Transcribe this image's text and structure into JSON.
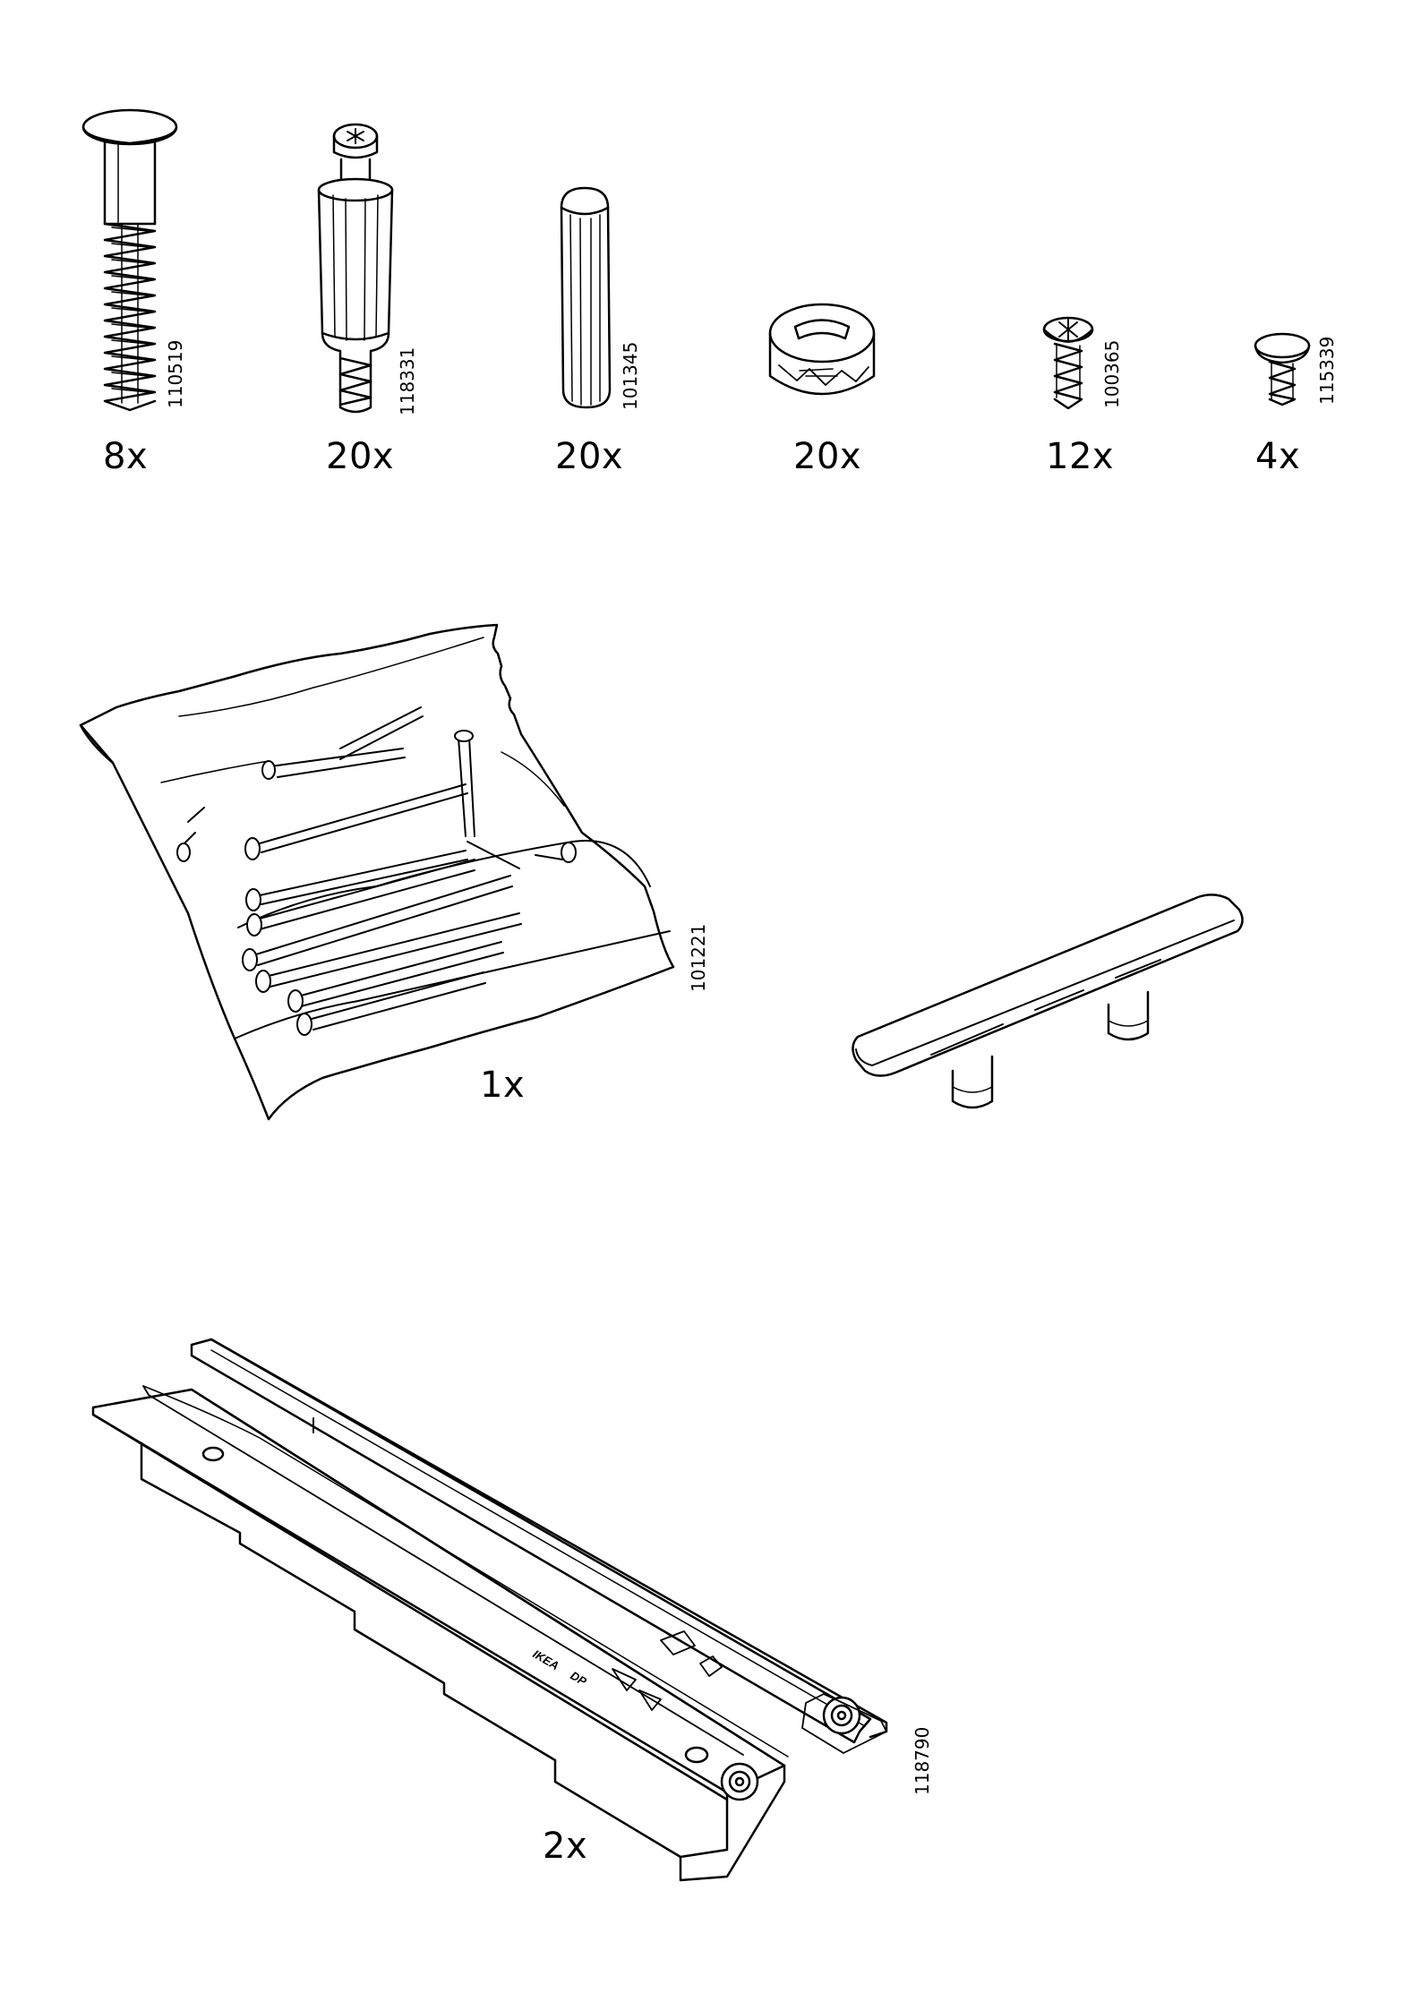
{
  "parts": [
    {
      "name": "long-connector-bolt",
      "article_no": "110519",
      "quantity": "8x"
    },
    {
      "name": "cam-lock-dowel",
      "article_no": "118331",
      "quantity": "20x"
    },
    {
      "name": "wooden-dowel",
      "article_no": "101345",
      "quantity": "20x"
    },
    {
      "name": "cam-lock-nut",
      "article_no": "",
      "quantity": "20x"
    },
    {
      "name": "screw",
      "article_no": "100365",
      "quantity": "12x"
    },
    {
      "name": "short-screw",
      "article_no": "115339",
      "quantity": "4x"
    },
    {
      "name": "nail-bag",
      "article_no": "101221",
      "quantity": "1x"
    },
    {
      "name": "handle",
      "article_no": "",
      "quantity": ""
    },
    {
      "name": "drawer-runner",
      "article_no": "118790",
      "quantity": "2x"
    }
  ],
  "runner_stamp": {
    "brand": "IKEA",
    "code": "DP"
  }
}
